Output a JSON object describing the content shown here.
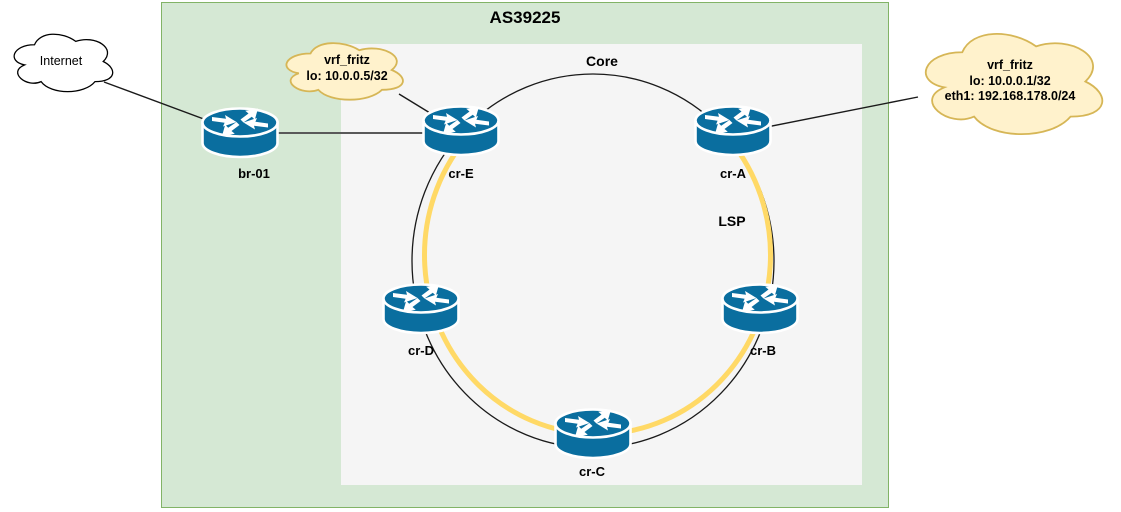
{
  "as_box": {
    "label": "AS39225"
  },
  "core": {
    "label": "Core"
  },
  "lsp": {
    "label": "LSP"
  },
  "clouds": {
    "internet": {
      "label": "Internet"
    },
    "vrf_left": {
      "line1": "vrf_fritz",
      "line2": "lo: 10.0.0.5/32"
    },
    "vrf_right": {
      "line1": "vrf_fritz",
      "line2": "lo: 10.0.0.1/32",
      "line3": "eth1: 192.168.178.0/24"
    }
  },
  "routers": {
    "br01": {
      "label": "br-01"
    },
    "crE": {
      "label": "cr-E"
    },
    "crA": {
      "label": "cr-A"
    },
    "crB": {
      "label": "cr-B"
    },
    "crC": {
      "label": "cr-C"
    },
    "crD": {
      "label": "cr-D"
    }
  },
  "colors": {
    "green-fill": "#d5e8d4",
    "green-border": "#82b366",
    "core-gray": "#f5f5f5",
    "router-blue": "#0a6e9f",
    "lsp-yellow": "#ffd966",
    "cloud-yellow-fill": "#fff2cc",
    "cloud-yellow-border": "#d6b656",
    "edge-dark": "#1a1a1a",
    "edge-gray": "#595959"
  }
}
